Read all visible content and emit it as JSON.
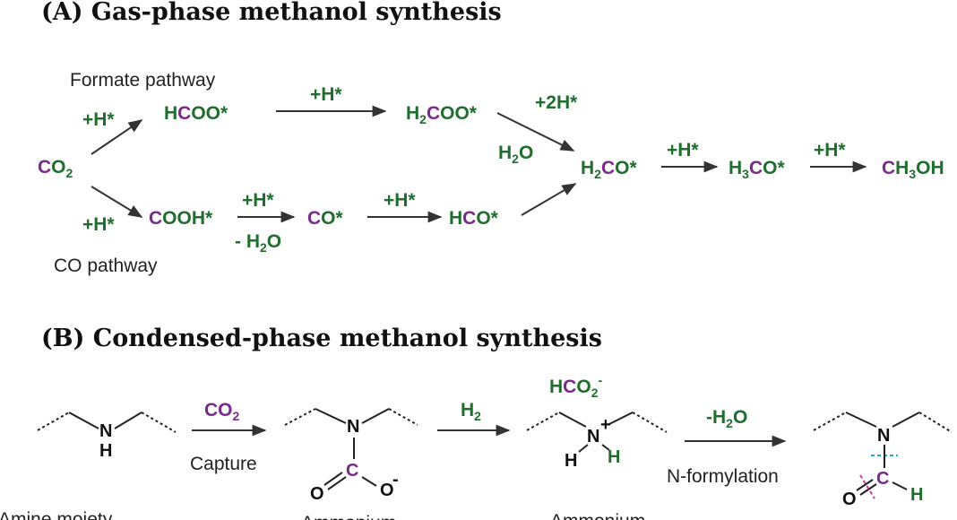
{
  "panel_a": {
    "title": "(A) Gas-phase methanol synthesis",
    "formate_label": "Formate pathway",
    "co_label": "CO pathway",
    "co2": {
      "c": "C",
      "o": "O",
      "sub": "2"
    },
    "add_h": "+H*",
    "add_2h": "+2H*",
    "hcoo": {
      "h": "H",
      "c": "C",
      "rest": "OO*"
    },
    "h2coo": {
      "h": "H",
      "sub": "2",
      "c": "C",
      "rest": "OO*"
    },
    "cooh": {
      "c": "C",
      "rest": "OOH*"
    },
    "minus_h2o": {
      "pre": "- H",
      "sub": "2",
      "post": "O"
    },
    "co_star": {
      "c": "C",
      "rest": "O*"
    },
    "hco": {
      "h": "H",
      "c": "C",
      "rest": "O*"
    },
    "water": {
      "pre": "H",
      "sub": "2",
      "post": "O"
    },
    "h2co": {
      "h": "H",
      "sub": "2",
      "c": "C",
      "rest": "O*"
    },
    "h3co": {
      "h": "H",
      "sub": "3",
      "c": "C",
      "rest": "O*"
    },
    "ch3oh": {
      "c": "C",
      "h": "H",
      "sub": "3",
      "rest": "OH"
    }
  },
  "panel_b": {
    "title": "(B) Condensed-phase methanol synthesis",
    "co2": {
      "c": "CO",
      "sub": "2"
    },
    "capture": "Capture",
    "h2": {
      "h": "H",
      "sub": "2"
    },
    "bicarb": {
      "h": "H",
      "c": "C",
      "o": "O",
      "sub": "2",
      "sup": "-"
    },
    "minus_h2o": {
      "pre": "-H",
      "sub": "2",
      "post": "O"
    },
    "nformylation": "N-formylation",
    "amine_label": "Amine moiety",
    "ammonium_label_1": "Ammonium",
    "ammonium_label_2": "Ammonium",
    "atoms": {
      "n": "N",
      "h": "H",
      "c": "C",
      "o": "O",
      "o_minus": "O",
      "minus": "-",
      "plus": "+"
    }
  }
}
